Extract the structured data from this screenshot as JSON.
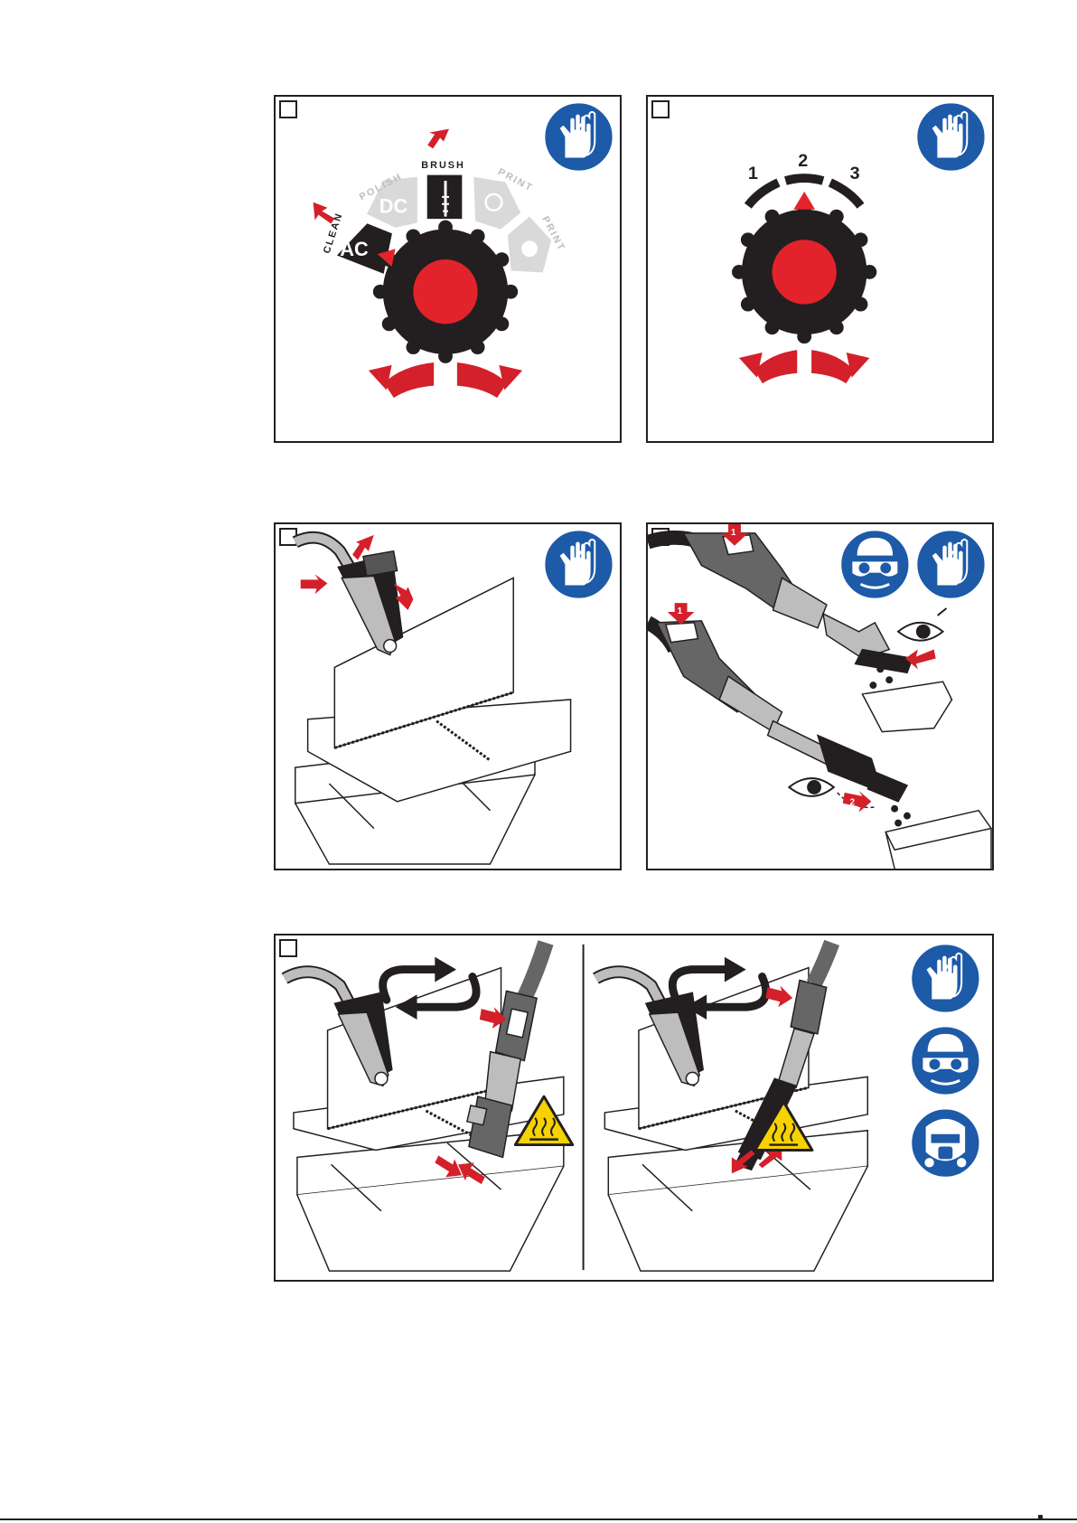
{
  "panel1": {
    "modes": {
      "clean": "CLEAN",
      "polish": "POLISH",
      "brush": "BRUSH",
      "print1": "PRINT",
      "print2": "PRINT",
      "ac": "AC",
      "dc": "DC"
    }
  },
  "panel2": {
    "levels": [
      "1",
      "2",
      "3"
    ]
  },
  "panel4": {
    "step1": "1",
    "step1b": "1",
    "step2": "2"
  },
  "icons": {
    "gloves": "gloves-icon",
    "goggles": "goggles-icon",
    "respirator": "respirator-icon",
    "hot_surface": "hot-surface-warning-icon",
    "eye": "eye-icon"
  },
  "colors": {
    "safety_blue": "#1d5aa8",
    "accent_red": "#e3232b",
    "arrow_red": "#d4202a",
    "dark": "#231f20",
    "warning_yellow": "#f6d200"
  }
}
